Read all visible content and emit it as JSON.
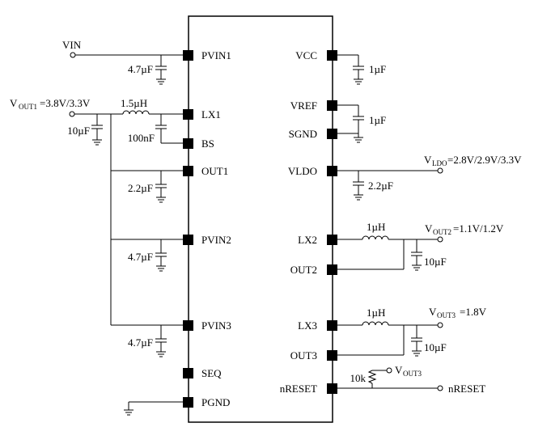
{
  "pins_left": [
    "PVIN1",
    "LX1",
    "BS",
    "OUT1",
    "PVIN2",
    "PVIN3",
    "SEQ",
    "PGND"
  ],
  "pins_right": [
    "VCC",
    "VREF",
    "SGND",
    "VLDO",
    "LX2",
    "OUT2",
    "LX3",
    "OUT3",
    "nRESET"
  ],
  "nets": {
    "vin": "VIN",
    "vout1": "=3.8V/3.3V",
    "vldo": "=2.8V/2.9V/3.3V",
    "vout2": "=1.1V/1.2V",
    "vout3": "=1.8V",
    "nreset": "nRESET",
    "v_main": "V",
    "sub_out1": "OUT1",
    "sub_ldo": "LDO",
    "sub_out2": "OUT2",
    "sub_out3": "OUT3"
  },
  "components": {
    "c_pvin1": "4.7µF",
    "l_lx1": "1.5µH",
    "c_vout1": "10µF",
    "c_bs": "100nF",
    "c_out1": "2.2µF",
    "c_pvin2": "4.7µF",
    "c_pvin3": "4.7µF",
    "c_vcc": "1µF",
    "c_vref": "1µF",
    "c_vldo": "2.2µF",
    "l_lx2": "1µH",
    "c_out2": "10µF",
    "l_lx3": "1µH",
    "c_out3": "10µF",
    "r_nreset": "10k"
  }
}
